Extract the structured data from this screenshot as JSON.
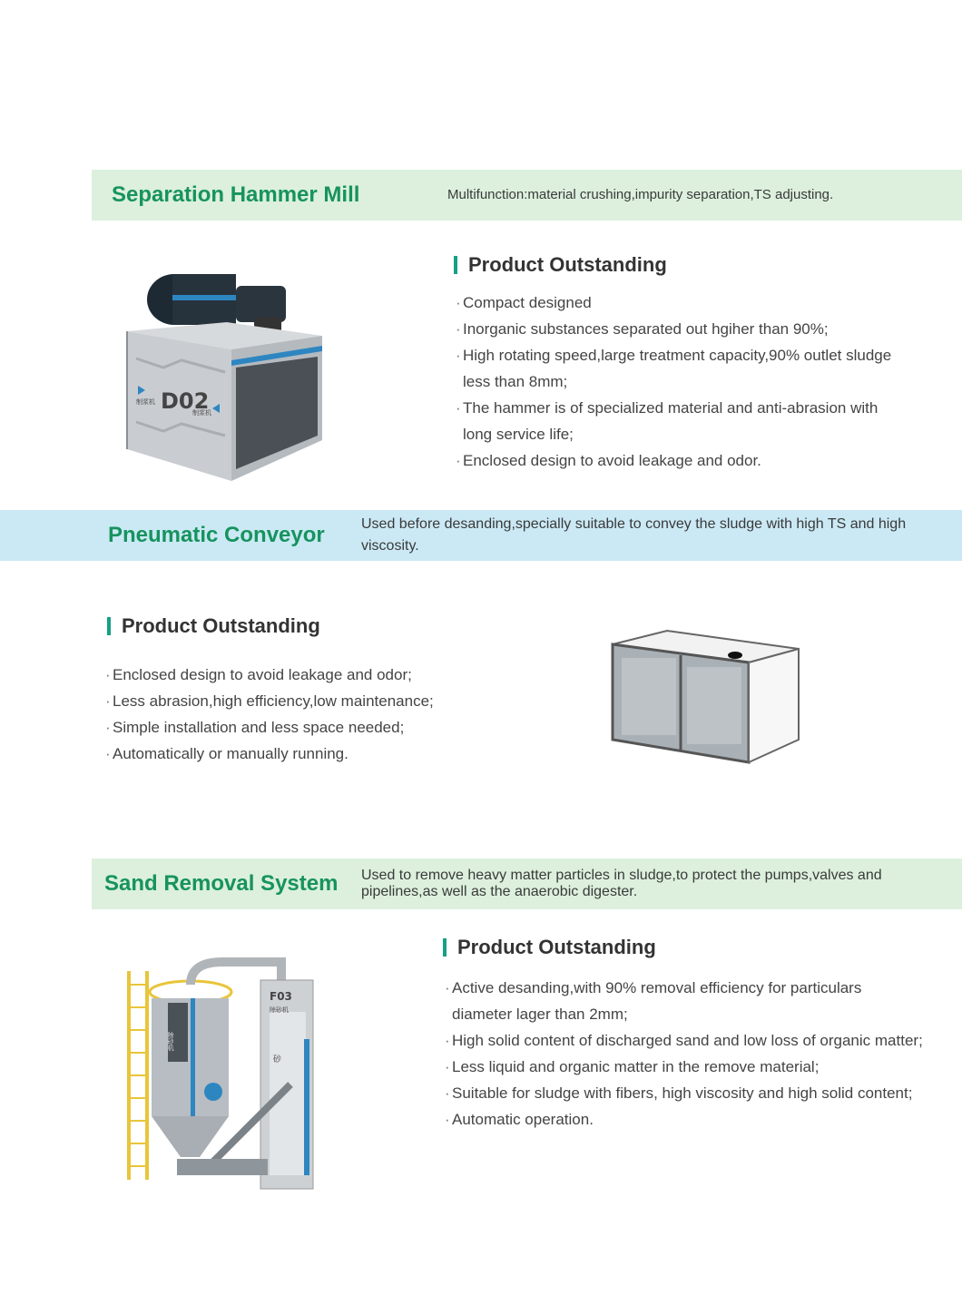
{
  "sections": [
    {
      "title": "Separation Hammer Mill",
      "description": "Multifunction:material crushing,impurity separation,TS adjusting.",
      "heading": "Product Outstanding",
      "features": [
        "Compact designed",
        "Inorganic substances separated out hgiher than 90%;",
        "High rotating speed,large treatment capacity,90% outlet sludge less than 8mm;",
        "The hammer is of specialized material and anti-abrasion with long service life;",
        "Enclosed design to avoid leakage and odor."
      ],
      "image_label": "D02",
      "image_tag_left": "制浆机",
      "image_tag_right": "制浆机"
    },
    {
      "title": "Pneumatic Conveyor",
      "description": "Used before desanding,specially suitable to convey the sludge with high TS and high viscosity.",
      "heading": "Product Outstanding",
      "features": [
        "Enclosed design to avoid leakage and odor;",
        "Less abrasion,high efficiency,low maintenance;",
        "Simple installation and less space needed;",
        "Automatically or manually running."
      ]
    },
    {
      "title": "Sand Removal System",
      "description": "Used to remove heavy matter particles in sludge,to protect the pumps,valves and pipelines,as well as the anaerobic digester.",
      "heading": "Product Outstanding",
      "features": [
        "Active desanding,with 90% removal efficiency for particulars diameter lager than 2mm;",
        "High solid content of discharged sand and low loss of organic matter;",
        "Less liquid and organic matter in the remove material;",
        "Suitable for sludge with fibers, high viscosity and high solid content;",
        "Automatic operation."
      ],
      "image_label": "F03",
      "image_tag_top": "除砂机",
      "image_tank_text": "除砂机",
      "image_tag_bottom": "砂"
    }
  ],
  "colors": {
    "title_green": "#17935e",
    "banner_green": "#dcf0dd",
    "banner_blue": "#cbe9f5",
    "accent_bar": "#16a085"
  }
}
